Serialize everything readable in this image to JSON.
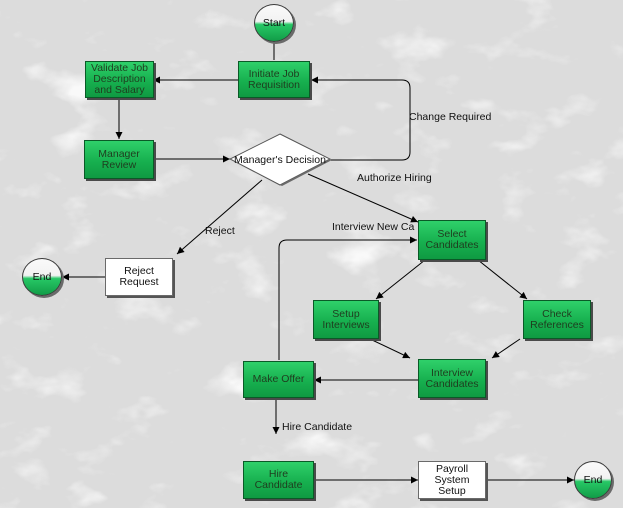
{
  "nodes": {
    "start": "Start",
    "initiate": "Initiate Job\nRequisition",
    "validate": "Validate Job\nDescription\nand Salary",
    "manager_review": "Manager\nReview",
    "decision": "Manager's Decision",
    "reject_request": "Reject\nRequest",
    "end_left": "End",
    "select": "Select\nCandidates",
    "setup": "Setup\nInterviews",
    "check": "Check\nReferences",
    "interview": "Interview\nCandidates",
    "make_offer": "Make Offer",
    "hire": "Hire\nCandidate",
    "payroll": "Payroll\nSystem\nSetup",
    "end_right": "End"
  },
  "edge_labels": {
    "change_required": "Change Required",
    "authorize_hiring": "Authorize Hiring",
    "reject": "Reject",
    "interview_new": "Interview New Ca",
    "hire_candidate": "Hire Candidate"
  },
  "colors": {
    "node_green": "#17b04f",
    "node_border": "#0a5a27",
    "edge": "#000000",
    "background": "#e4e4e4"
  }
}
